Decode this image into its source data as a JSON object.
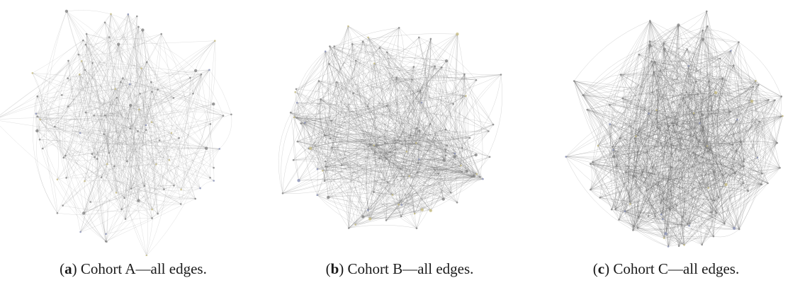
{
  "panels": [
    {
      "letter": "a",
      "caption_text": "Cohort A—all edges.",
      "accent_colors": [
        "#c9c08a",
        "#8e95b8"
      ],
      "edge_color": "#6e6e6e",
      "node_color": "#8a8a8a"
    },
    {
      "letter": "b",
      "caption_text": "Cohort B—all edges.",
      "accent_colors": [
        "#c9c08a",
        "#8e95b8"
      ],
      "edge_color": "#5e5e5e",
      "node_color": "#8a8a8a"
    },
    {
      "letter": "c",
      "caption_text": "Cohort C—all edges.",
      "accent_colors": [
        "#c9c08a",
        "#8e95b8"
      ],
      "edge_color": "#555555",
      "node_color": "#8a8a8a"
    }
  ]
}
